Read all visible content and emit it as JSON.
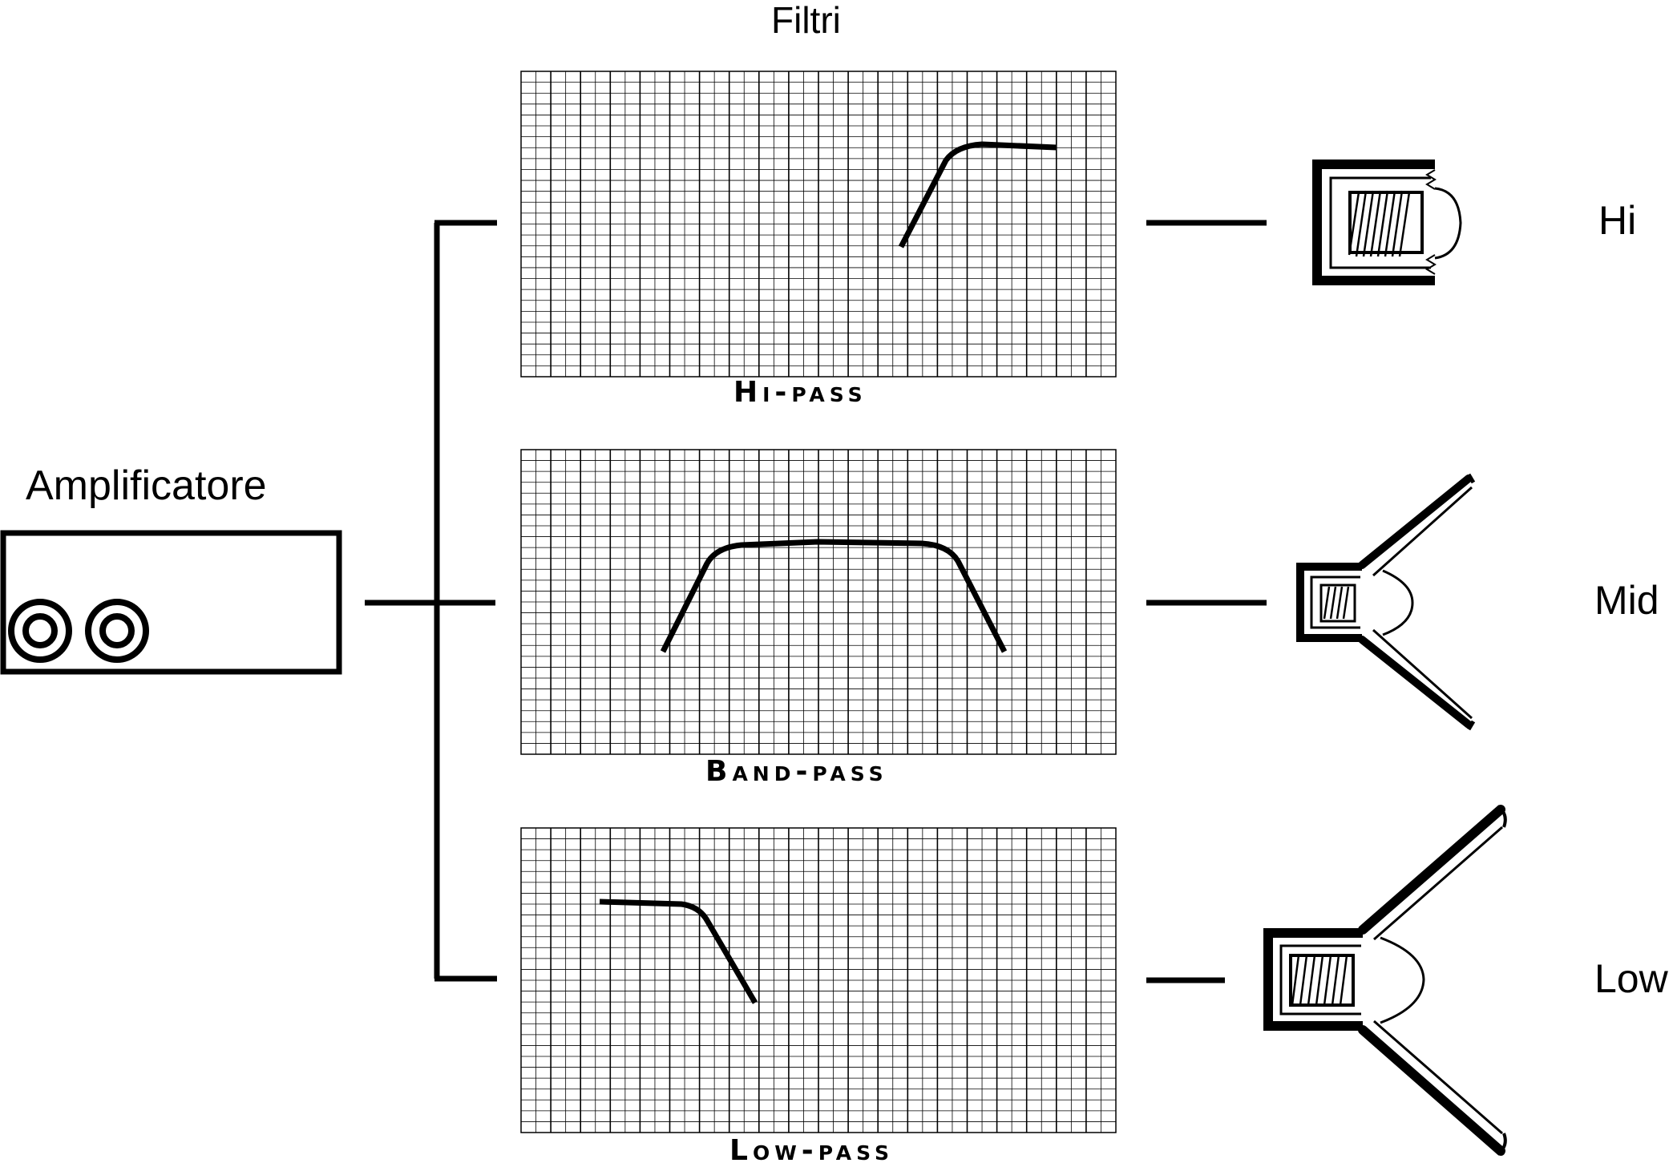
{
  "title": "Filtri",
  "amplifier": {
    "label": "Amplificatore"
  },
  "filters": [
    {
      "id": "hi",
      "label": "Hi-pass",
      "speaker_label": "Hi"
    },
    {
      "id": "band",
      "label": "Band-pass",
      "speaker_label": "Mid"
    },
    {
      "id": "low",
      "label": "Low-pass",
      "speaker_label": "Low"
    }
  ],
  "colors": {
    "line": "#000000",
    "grid": "#000000",
    "background": "#ffffff"
  }
}
